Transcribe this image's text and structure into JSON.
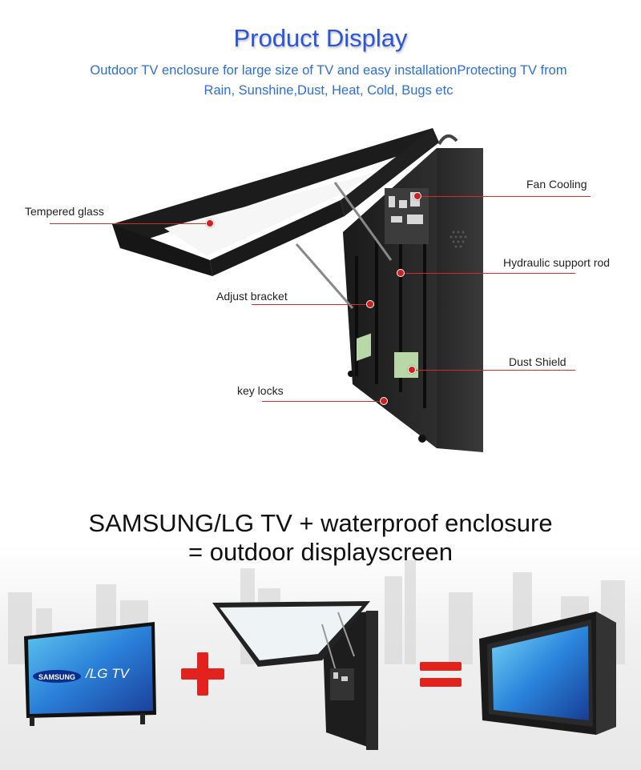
{
  "header": {
    "title": "Product Display",
    "subtitle": "Outdoor TV enclosure for large size of TV and easy installationProtecting TV from Rain, Sunshine,Dust, Heat, Cold, Bugs etc"
  },
  "callouts": {
    "tempered_glass": "Tempered glass",
    "fan_cooling": "Fan  Cooling",
    "hydraulic_rod": "Hydraulic support rod",
    "adjust_bracket": "Adjust bracket",
    "dust_shield": "Dust Shield",
    "key_locks": "key locks"
  },
  "equation": {
    "line1": "SAMSUNG/LG TV + waterproof enclosure",
    "line2": "= outdoor displayscreen",
    "tv_brand_left": "SAMSUNG",
    "tv_brand_right": "LG TV"
  },
  "colors": {
    "title_blue": "#2d55d8",
    "callout_red": "#d51f1f",
    "operator_red": "#e2221d"
  }
}
